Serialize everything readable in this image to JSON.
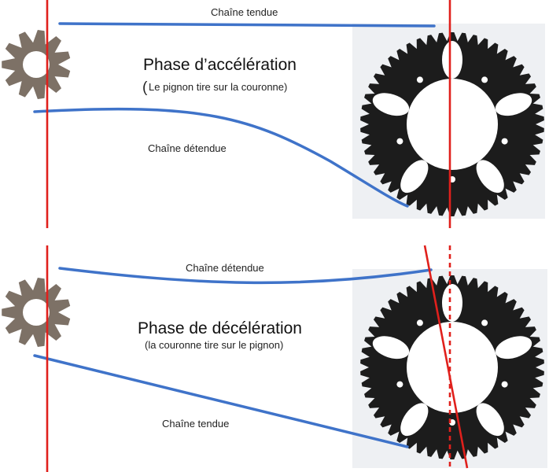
{
  "colors": {
    "chain": "#3f73c9",
    "axis": "#e0201c",
    "sprocket": "#1c1c1c",
    "pinion": "#7d7166",
    "panel": "#eef0f3"
  },
  "top": {
    "tight_label": "Chaîne tendue",
    "slack_label": "Chaîne détendue",
    "title": "Phase d’accélération",
    "subtitle_paren": "(",
    "subtitle": "Le pignon tire sur la couronne)"
  },
  "bottom": {
    "slack_label": "Chaîne détendue",
    "tight_label": "Chaîne tendue",
    "title": "Phase de décélération",
    "subtitle": "(la couronne tire sur le pignon)"
  }
}
